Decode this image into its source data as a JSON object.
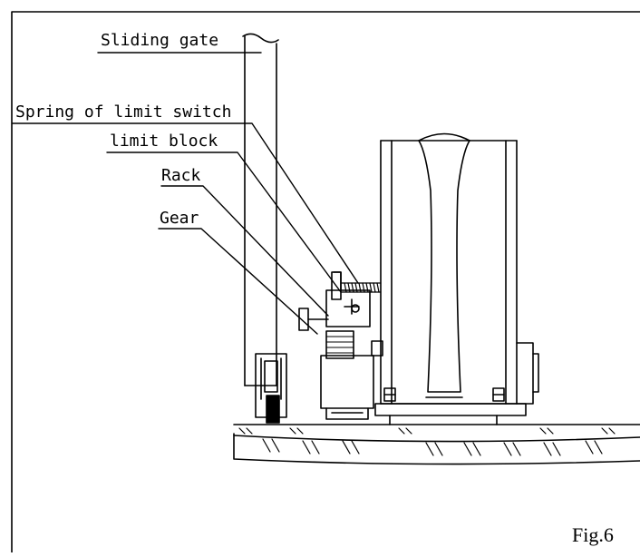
{
  "labels": {
    "sliding_gate": "Sliding gate",
    "spring": "Spring of limit switch",
    "limit_block": "limit block",
    "rack": "Rack",
    "gear": "Gear"
  },
  "figure_label": "Fig.6",
  "colors": {
    "ink": "#000000",
    "paper": "#ffffff"
  }
}
